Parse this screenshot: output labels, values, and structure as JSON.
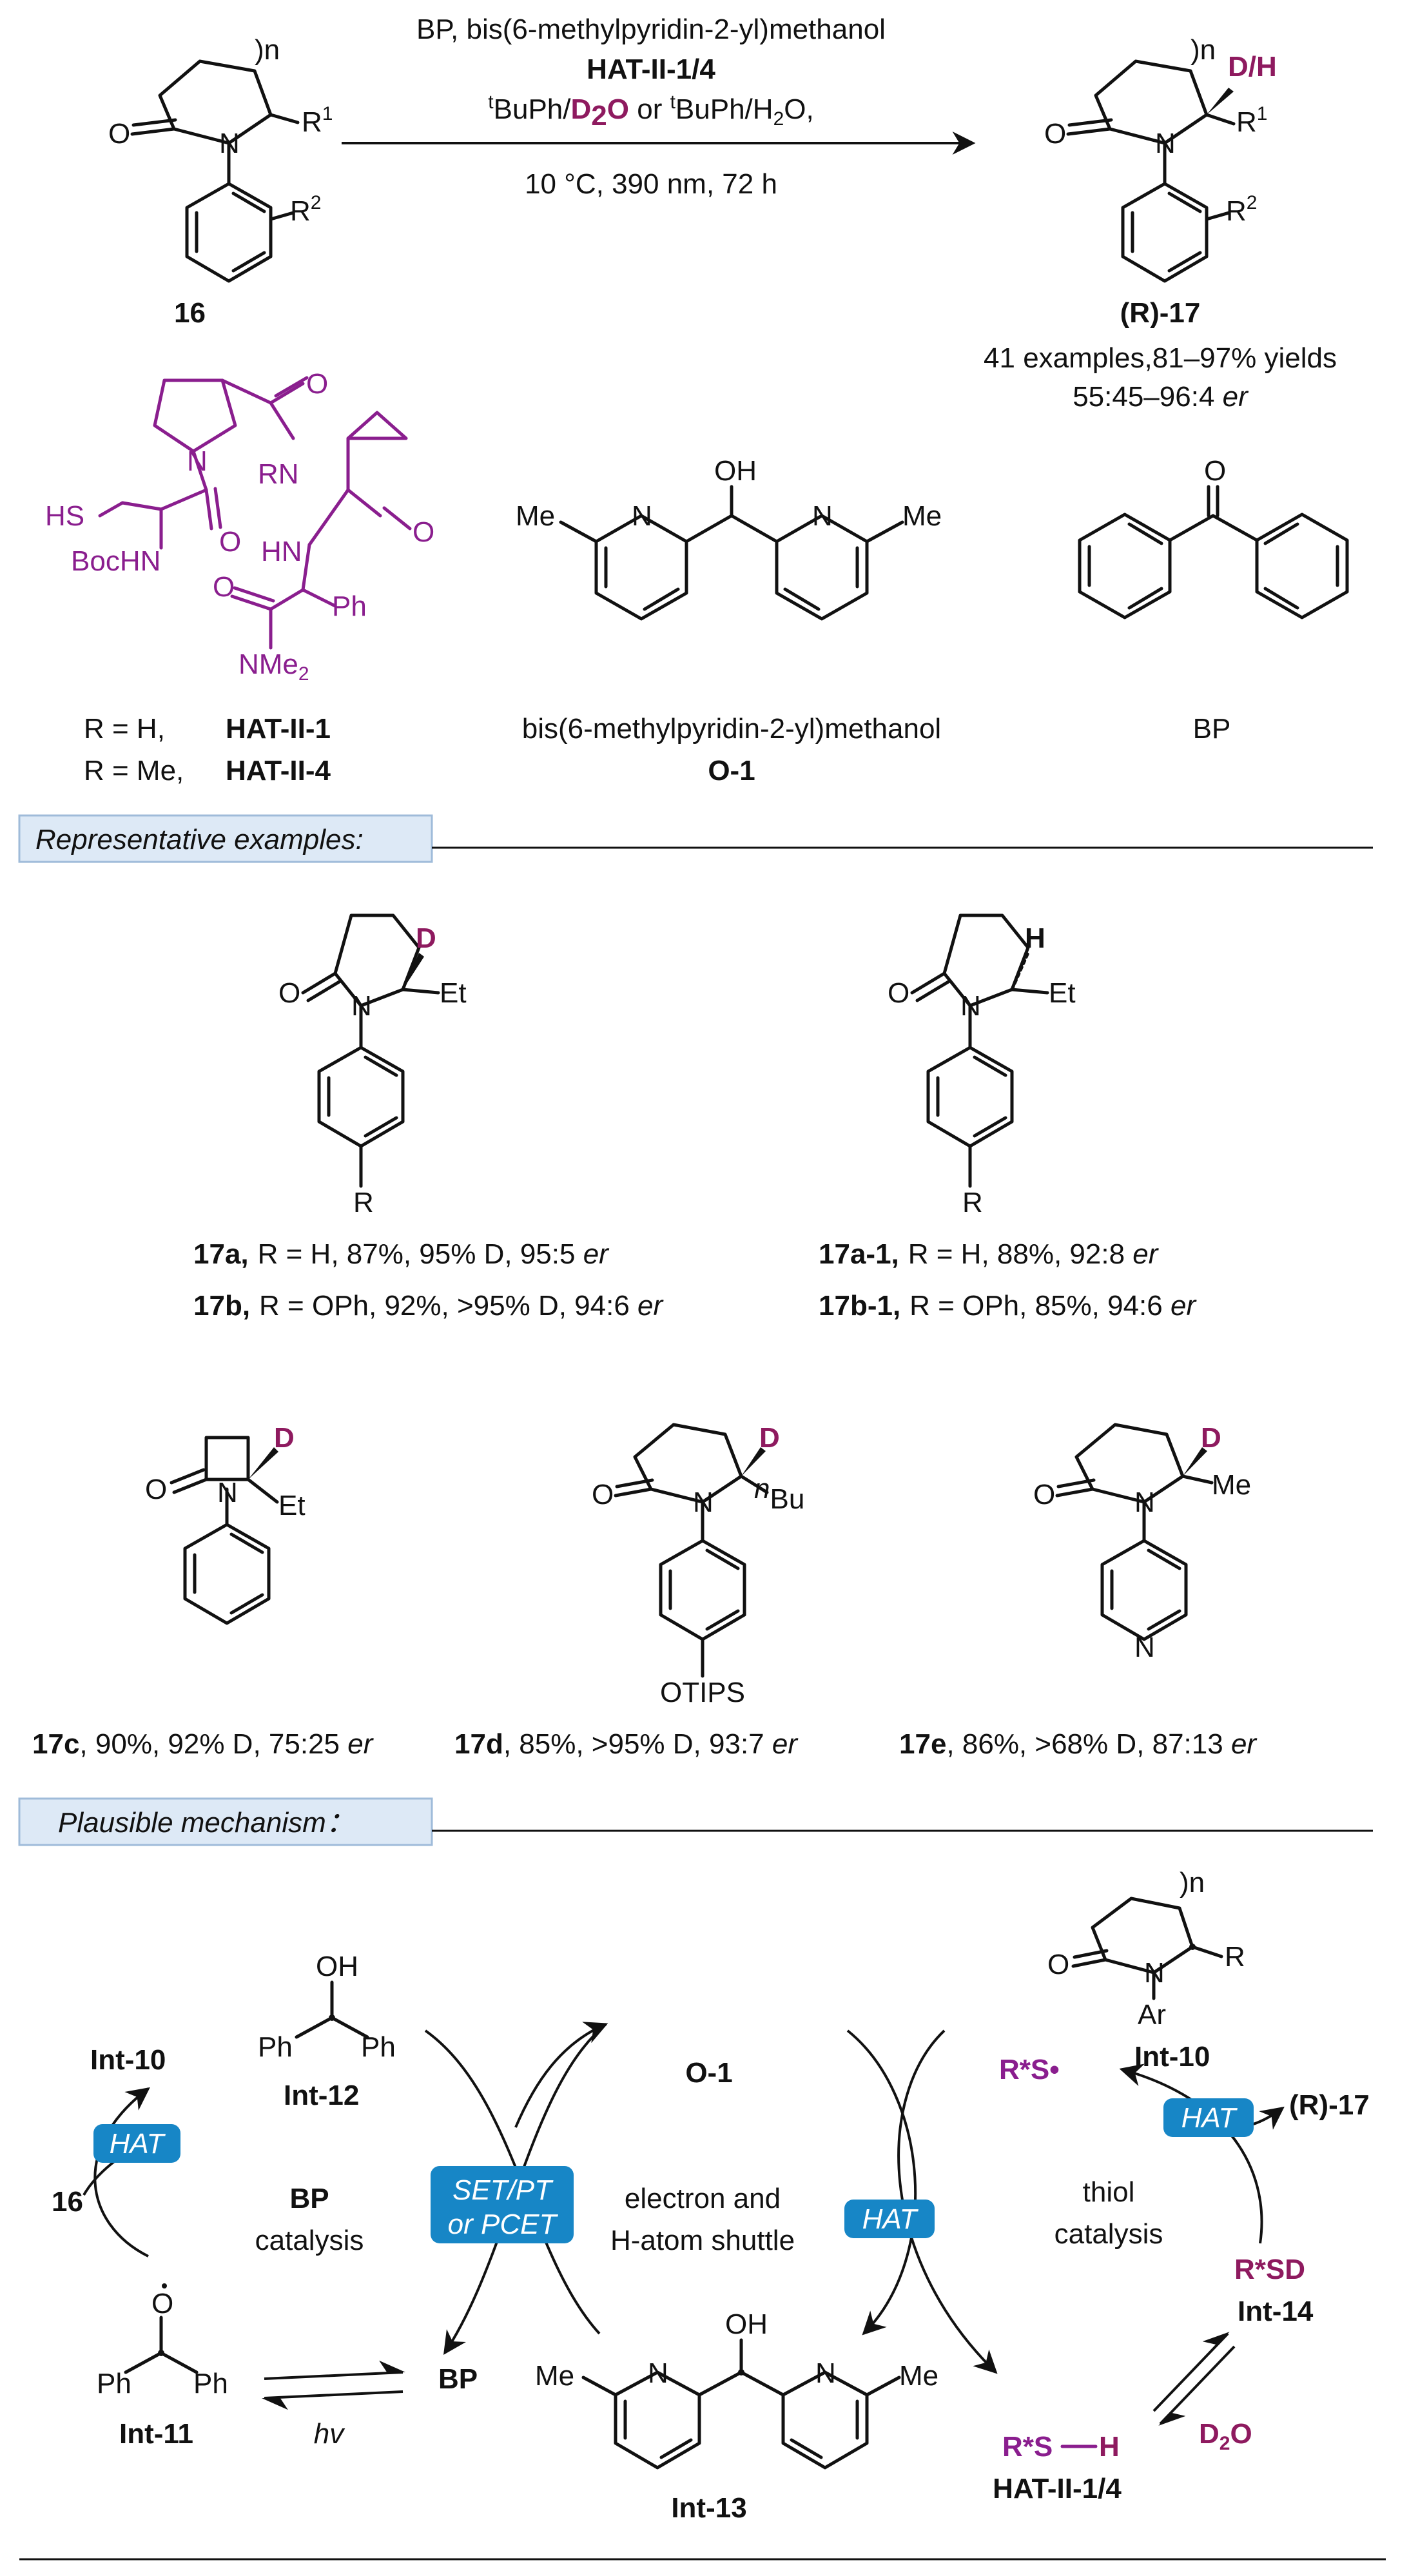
{
  "reaction": {
    "line1": "BP, bis(6-methylpyridin-2-yl)methanol",
    "line2": "HAT-II-1/4",
    "line3_pre": "BuPh/",
    "line3_sup1": "t",
    "line3_d2o": "D",
    "line3_d2o_sub": "2",
    "line3_o": "O",
    "line3_or": " or ",
    "line3_sup2": "t",
    "line3_post": "BuPh/H",
    "line3_sub": "2",
    "line3_end": "O,",
    "line4": "10 °C, 390 nm, 72 h",
    "sm_label": "16",
    "sm_R1": "R",
    "sm_R1_sup": "1",
    "sm_R2": "R",
    "sm_R2_sup": "2",
    "sm_n": ")n",
    "prod_label": "(R)-17",
    "prod_DH": "D/H",
    "prod_R1": "R",
    "prod_R1_sup": "1",
    "prod_R2": "R",
    "prod_R2_sup": "2",
    "prod_n": ")n",
    "scope_line1": "41 examples,81–97% yields",
    "scope_line2_pre": "55:45–96:4 ",
    "scope_line2_er": "er"
  },
  "catalysts": {
    "hat_sh": "HS",
    "hat_bochn": "BocHN",
    "hat_rn": "RN",
    "hat_hn": "HN",
    "hat_ph": "Ph",
    "hat_nme2": "NMe",
    "hat_nme2_sub": "2",
    "hat_o": "O",
    "hat_n": "N",
    "hat_r_h": "R = H,",
    "hat_r_h_name": "HAT-II-1",
    "hat_r_me": "R = Me,",
    "hat_r_me_name": "HAT-II-4",
    "o1_name": "bis(6-methylpyridin-2-yl)methanol",
    "o1_label": "O-1",
    "o1_oh": "OH",
    "o1_me": "Me",
    "bp_o": "O",
    "bp_label": "BP"
  },
  "section1": {
    "title": "Representative examples:"
  },
  "examples": {
    "a_label": "17a,",
    "a_text": "R = H, 87%, 95% D, 95:5 ",
    "a_er": "er",
    "b_label": "17b,",
    "b_text": "R = OPh, 92%, >95% D, 94:6 ",
    "b_er": "er",
    "a1_label": "17a-1,",
    "a1_text": "R = H, 88%, 92:8 ",
    "a1_er": "er",
    "b1_label": "17b-1,",
    "b1_text": "R = OPh, 85%, 94:6 ",
    "b1_er": "er",
    "c_label": "17c",
    "c_text": ", 90%, 92% D, 75:25 ",
    "c_er": "er",
    "d_label": "17d",
    "d_text": ", 85%, >95% D, 93:7 ",
    "d_er": "er",
    "e_label": "17e",
    "e_text": ", 86%, >68% D, 87:13 ",
    "e_er": "er",
    "D": "D",
    "H": "H",
    "Et": "Et",
    "Me": "Me",
    "Bu": "Bu",
    "Bu_sup": "n",
    "R": "R",
    "N": "N",
    "O": "O",
    "OTIPS": "OTIPS"
  },
  "section2": {
    "title": "Plausible mechanism："
  },
  "mechanism": {
    "int10_a": "Int-10",
    "int12_oh": "OH",
    "int12_ph_l": "Ph",
    "int12_ph_r": "Ph",
    "int12": "Int-12",
    "hat_left": "HAT",
    "sm16": "16",
    "bp_cat_1": "BP",
    "bp_cat_2": "catalysis",
    "int11_o": "O",
    "int11_ph_l": "Ph",
    "int11_ph_r": "Ph",
    "int11": "Int-11",
    "hv": "hv",
    "bp": "BP",
    "o1": "O-1",
    "set_pt_1": "SET/PT",
    "set_pt_2": "or PCET",
    "shuttle_1": "electron and",
    "shuttle_2": "H-atom shuttle",
    "hat_mid": "HAT",
    "int13_oh": "OH",
    "int13_me": "Me",
    "int13": "Int-13",
    "rs_radical": "R*S•",
    "int10_b": "Int-10",
    "int10_n": ")n",
    "int10_r": "R",
    "int10_ar": "Ar",
    "hat_right": "HAT",
    "r17": "(R)-17",
    "thiol_1": "thiol",
    "thiol_2": "catalysis",
    "rsd": "R*SD",
    "int14": "Int-14",
    "rsh_rs": "R*S",
    "rsh_h": "H",
    "hat_cat": "HAT-II-1/4",
    "d2o": "D",
    "d2o_sub": "2",
    "d2o_o": "O"
  },
  "colors": {
    "product_highlight": "#8e1a5f",
    "catalyst_purple": "#8a1e8e",
    "hat_pill": "#1786c6",
    "section_box": "#dde9f6"
  }
}
